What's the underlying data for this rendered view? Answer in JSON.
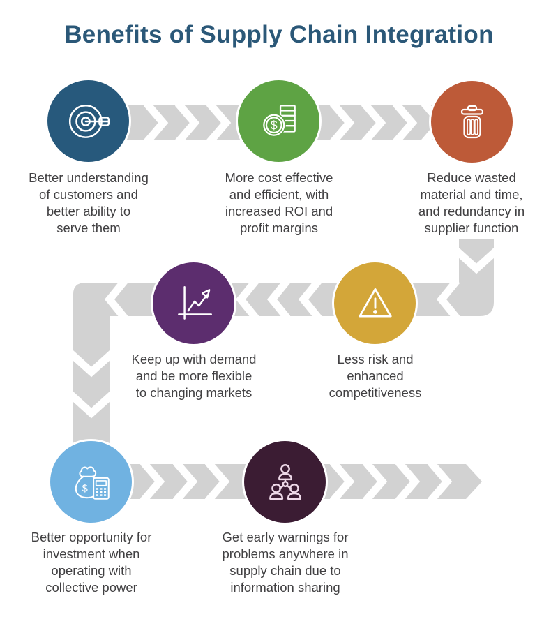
{
  "title": {
    "text": "Benefits of Supply Chain Integration",
    "color": "#2b5878"
  },
  "colors": {
    "background": "#ffffff",
    "arrow": "#d2d2d2",
    "caption_text": "#414042",
    "icon_stroke": "#ffffff",
    "team_icon_stroke": "#eed9e8"
  },
  "steps": [
    {
      "name": "customer-understanding",
      "icon": "target-bullseye-icon",
      "color": "#27597c",
      "caption": "Better understanding\nof customers and\nbetter ability to\nserve them"
    },
    {
      "name": "cost-effective",
      "icon": "coins-dollar-icon",
      "color": "#5ea344",
      "caption": "More cost effective\nand efficient, with\nincreased ROI and\nprofit margins"
    },
    {
      "name": "reduce-waste",
      "icon": "trash-can-icon",
      "color": "#bd5a38",
      "caption": "Reduce wasted\nmaterial and time,\nand redundancy in\nsupplier function"
    },
    {
      "name": "less-risk",
      "icon": "warning-triangle-icon",
      "color": "#d3a639",
      "caption": "Less risk and\nenhanced\ncompetitiveness"
    },
    {
      "name": "keep-up-with-demand",
      "icon": "growth-chart-icon",
      "color": "#5c2d6e",
      "caption": "Keep up with demand\nand be more flexible\nto changing markets"
    },
    {
      "name": "investment-opportunity",
      "icon": "money-bag-calculator-icon",
      "color": "#70b2e1",
      "caption": "Better opportunity for\ninvestment when\noperating with\ncollective power"
    },
    {
      "name": "early-warnings",
      "icon": "team-network-icon",
      "color": "#3b1c33",
      "caption": "Get early warnings for\nproblems anywhere in\nsupply chain due to\ninformation sharing"
    }
  ],
  "icon_dollar": "$"
}
